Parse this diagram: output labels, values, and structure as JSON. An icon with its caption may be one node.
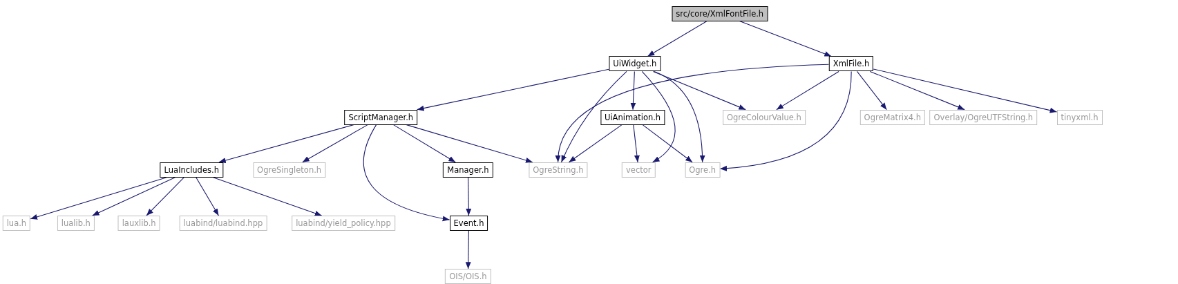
{
  "diagram": {
    "nodes": [
      {
        "text": [
          "src/core/XmlFontFile.h"
        ]
      },
      {
        "text": [
          "UiWidget.h"
        ]
      },
      {
        "text": [
          "XmlFile.h"
        ]
      },
      {
        "text": [
          "ScriptManager.h"
        ]
      },
      {
        "text": [
          "UiAnimation.h"
        ]
      },
      {
        "text": [
          "OgreColourValue.h"
        ]
      },
      {
        "text": [
          "OgreMatrix4.h"
        ]
      },
      {
        "text": [
          "Overlay/OgreUTFString.h"
        ]
      },
      {
        "text": [
          "tinyxml.h"
        ]
      },
      {
        "text": [
          "LuaIncludes.h"
        ]
      },
      {
        "text": [
          "OgreSingleton.h"
        ]
      },
      {
        "text": [
          "Manager.h"
        ]
      },
      {
        "text": [
          "OgreString.h"
        ]
      },
      {
        "text": [
          "vector"
        ]
      },
      {
        "text": [
          "Ogre.h"
        ]
      },
      {
        "text": [
          "lua.h"
        ]
      },
      {
        "text": [
          "lualib.h"
        ]
      },
      {
        "text": [
          "lauxlib.h"
        ]
      },
      {
        "text": [
          "luabind/luabind.hpp"
        ]
      },
      {
        "text": [
          "luabind/yield_policy.hpp"
        ]
      },
      {
        "text": [
          "Event.h"
        ]
      },
      {
        "text": [
          "OIS/OIS.h"
        ]
      }
    ],
    "edges": [
      {
        "from": 0,
        "to": 1,
        "arrow": "to"
      },
      {
        "from": 0,
        "to": 2,
        "arrow": "to"
      },
      {
        "from": 1,
        "to": 3,
        "arrow": "to"
      },
      {
        "from": 1,
        "to": 12,
        "arrow": "to"
      },
      {
        "from": 1,
        "to": 4,
        "arrow": "to"
      },
      {
        "from": 1,
        "to": 5,
        "arrow": "to"
      },
      {
        "from": 1,
        "to": 13,
        "arrow": "to"
      },
      {
        "from": 1,
        "to": 14,
        "arrow": "to"
      },
      {
        "from": 2,
        "to": 12,
        "arrow": "to"
      },
      {
        "from": 2,
        "to": 5,
        "arrow": "to"
      },
      {
        "from": 2,
        "to": 6,
        "arrow": "to"
      },
      {
        "from": 2,
        "to": 7,
        "arrow": "to"
      },
      {
        "from": 2,
        "to": 8,
        "arrow": "to"
      },
      {
        "from": 2,
        "to": 14,
        "arrow": "to"
      },
      {
        "from": 3,
        "to": 9,
        "arrow": "to"
      },
      {
        "from": 3,
        "to": 10,
        "arrow": "to"
      },
      {
        "from": 3,
        "to": 11,
        "arrow": "to"
      },
      {
        "from": 3,
        "to": 12,
        "arrow": "to"
      },
      {
        "from": 3,
        "to": 20,
        "arrow": "to"
      },
      {
        "from": 4,
        "to": 12,
        "arrow": "to"
      },
      {
        "from": 4,
        "to": 13,
        "arrow": "to"
      },
      {
        "from": 4,
        "to": 14,
        "arrow": "to"
      },
      {
        "from": 9,
        "to": 15,
        "arrow": "to"
      },
      {
        "from": 9,
        "to": 16,
        "arrow": "to"
      },
      {
        "from": 9,
        "to": 17,
        "arrow": "to"
      },
      {
        "from": 9,
        "to": 18,
        "arrow": "to"
      },
      {
        "from": 9,
        "to": 19,
        "arrow": "to"
      },
      {
        "from": 11,
        "to": 20,
        "arrow": "to"
      },
      {
        "from": 20,
        "to": 21,
        "arrow": "to"
      }
    ]
  }
}
